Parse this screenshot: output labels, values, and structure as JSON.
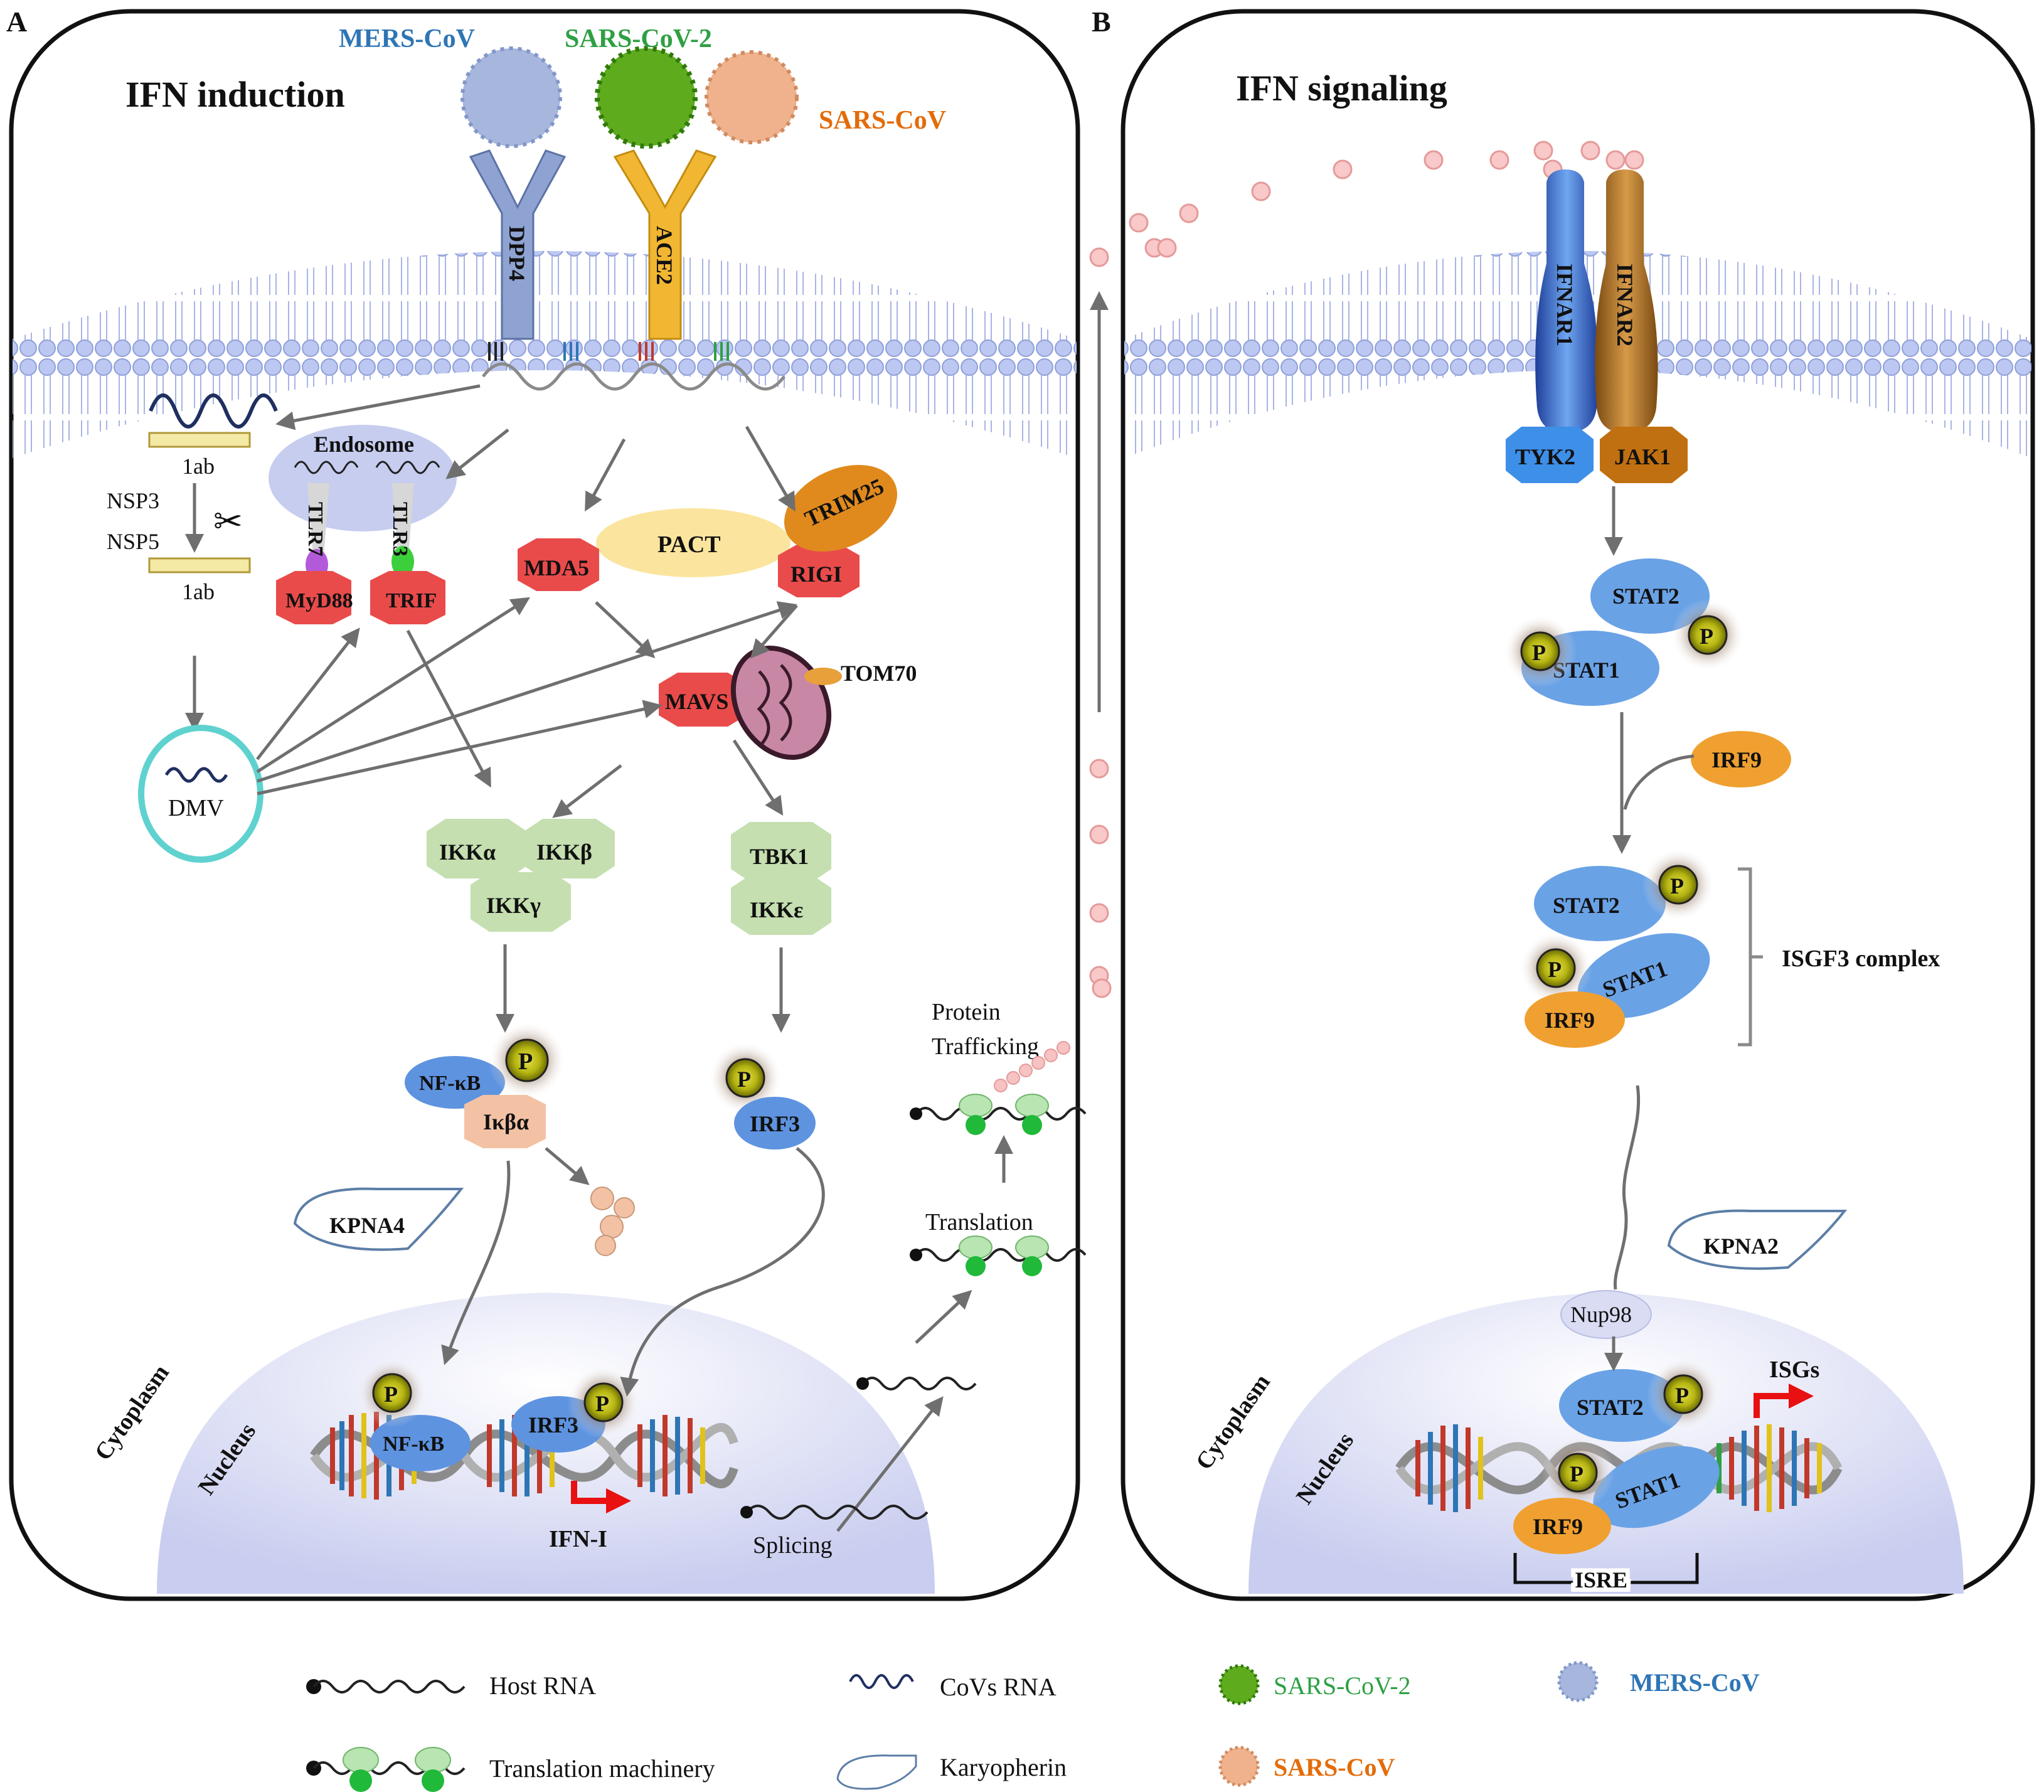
{
  "panels": {
    "a": {
      "letter": "A",
      "title": "IFN induction"
    },
    "b": {
      "letter": "B",
      "title": "IFN signaling"
    }
  },
  "viruses": {
    "mers": "MERS-CoV",
    "sars2": "SARS-CoV-2",
    "sars": "SARS-CoV"
  },
  "receptors": {
    "dpp4": "DPP4",
    "ace2": "ACE2",
    "ifnar1": "IFNAR1",
    "ifnar2": "IFNAR2"
  },
  "panel_a": {
    "polyprotein_top": "1ab",
    "polyprotein_bottom": "1ab",
    "nsp3": "NSP3",
    "nsp5": "NSP5",
    "endosome": "Endosome",
    "tlr7": "TLR7",
    "tlr3": "TLR3",
    "myd88": "MyD88",
    "trif": "TRIF",
    "mda5": "MDA5",
    "pact": "PACT",
    "rigi": "RIGI",
    "trim25": "TRIM25",
    "mavs": "MAVS",
    "tom70": "TOM70",
    "dmv": "DMV",
    "ikka": "IKKα",
    "ikkb": "IKKβ",
    "ikkg": "IKKγ",
    "tbk1": "TBK1",
    "ikke": "IKKε",
    "nfkb": "NF-κB",
    "ikba": "Iκβα",
    "p": "P",
    "irf3": "IRF3",
    "kpna4": "KPNA4",
    "protein_trafficking_1": "Protein",
    "protein_trafficking_2": "Trafficking",
    "translation": "Translation",
    "splicing": "Splicing",
    "cytoplasm": "Cytoplasm",
    "nucleus": "Nucleus",
    "nfkb_nuc": "NF-κB",
    "irf3_nuc": "IRF3",
    "ifn_i": "IFN-I"
  },
  "panel_b": {
    "tyk2": "TYK2",
    "jak1": "JAK1",
    "stat2": "STAT2",
    "stat1": "STAT1",
    "p": "P",
    "irf9": "IRF9",
    "isgf3": "ISGF3 complex",
    "kpna2": "KPNA2",
    "nup98": "Nup98",
    "isgs": "ISGs",
    "isre": "ISRE",
    "cytoplasm": "Cytoplasm",
    "nucleus": "Nucleus"
  },
  "legend": {
    "host_rna": "Host RNA",
    "cov_rna": "CoVs RNA",
    "translation_machinery": "Translation machinery",
    "karyopherin": "Karyopherin",
    "sars2": "SARS-CoV-2",
    "mers": "MERS-CoV",
    "sars": "SARS-CoV"
  },
  "colors": {
    "mers": "#2e75b6",
    "sars2": "#2ea043",
    "sars": "#e36c0a",
    "red_protein": "#e94b4b",
    "green_ikk": "#c5dfb0",
    "blue_stat": "#6aa2e6",
    "orange_irf9": "#f0a030",
    "phospho": "#c6c81a",
    "membrane": "#b8c4ef"
  }
}
